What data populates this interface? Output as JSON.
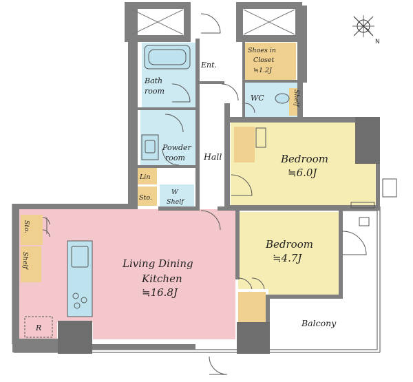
{
  "rooms": {
    "entrance": "Ent.",
    "shoes_closet_line1": "Shoes in",
    "shoes_closet_line2": "Closet",
    "shoes_closet_size": "≒1.2J",
    "bath_line1": "Bath",
    "bath_line2": "room",
    "wc": "WC",
    "wc_shelf": "Shelf",
    "powder_line1": "Powder",
    "powder_line2": "room",
    "hall": "Hall",
    "linen": "Lin",
    "w_label": "W",
    "w_shelf": "Shelf",
    "storage_small": "Sto.",
    "bedroom1_name": "Bedroom",
    "bedroom1_size": "≒6.0J",
    "bedroom2_name": "Bedroom",
    "bedroom2_size": "≒4.7J",
    "ldk_line1": "Living Dining",
    "ldk_line2": "Kitchen",
    "ldk_size": "≒16.8J",
    "left_storage": "Sto.",
    "left_shelf": "Shelf",
    "refrigerator": "R",
    "balcony": "Balcony"
  },
  "compass": {
    "north": "N"
  },
  "colors": {
    "wall": "#7f7f7f",
    "wall_dark": "#6e6e6e",
    "ldk": "#f4c7cc",
    "bedroom": "#f6edb4",
    "wet": "#cdeaf2",
    "storage": "#efd08f",
    "hall": "#ffffff",
    "fixture_blue": "#bfe3ee"
  }
}
